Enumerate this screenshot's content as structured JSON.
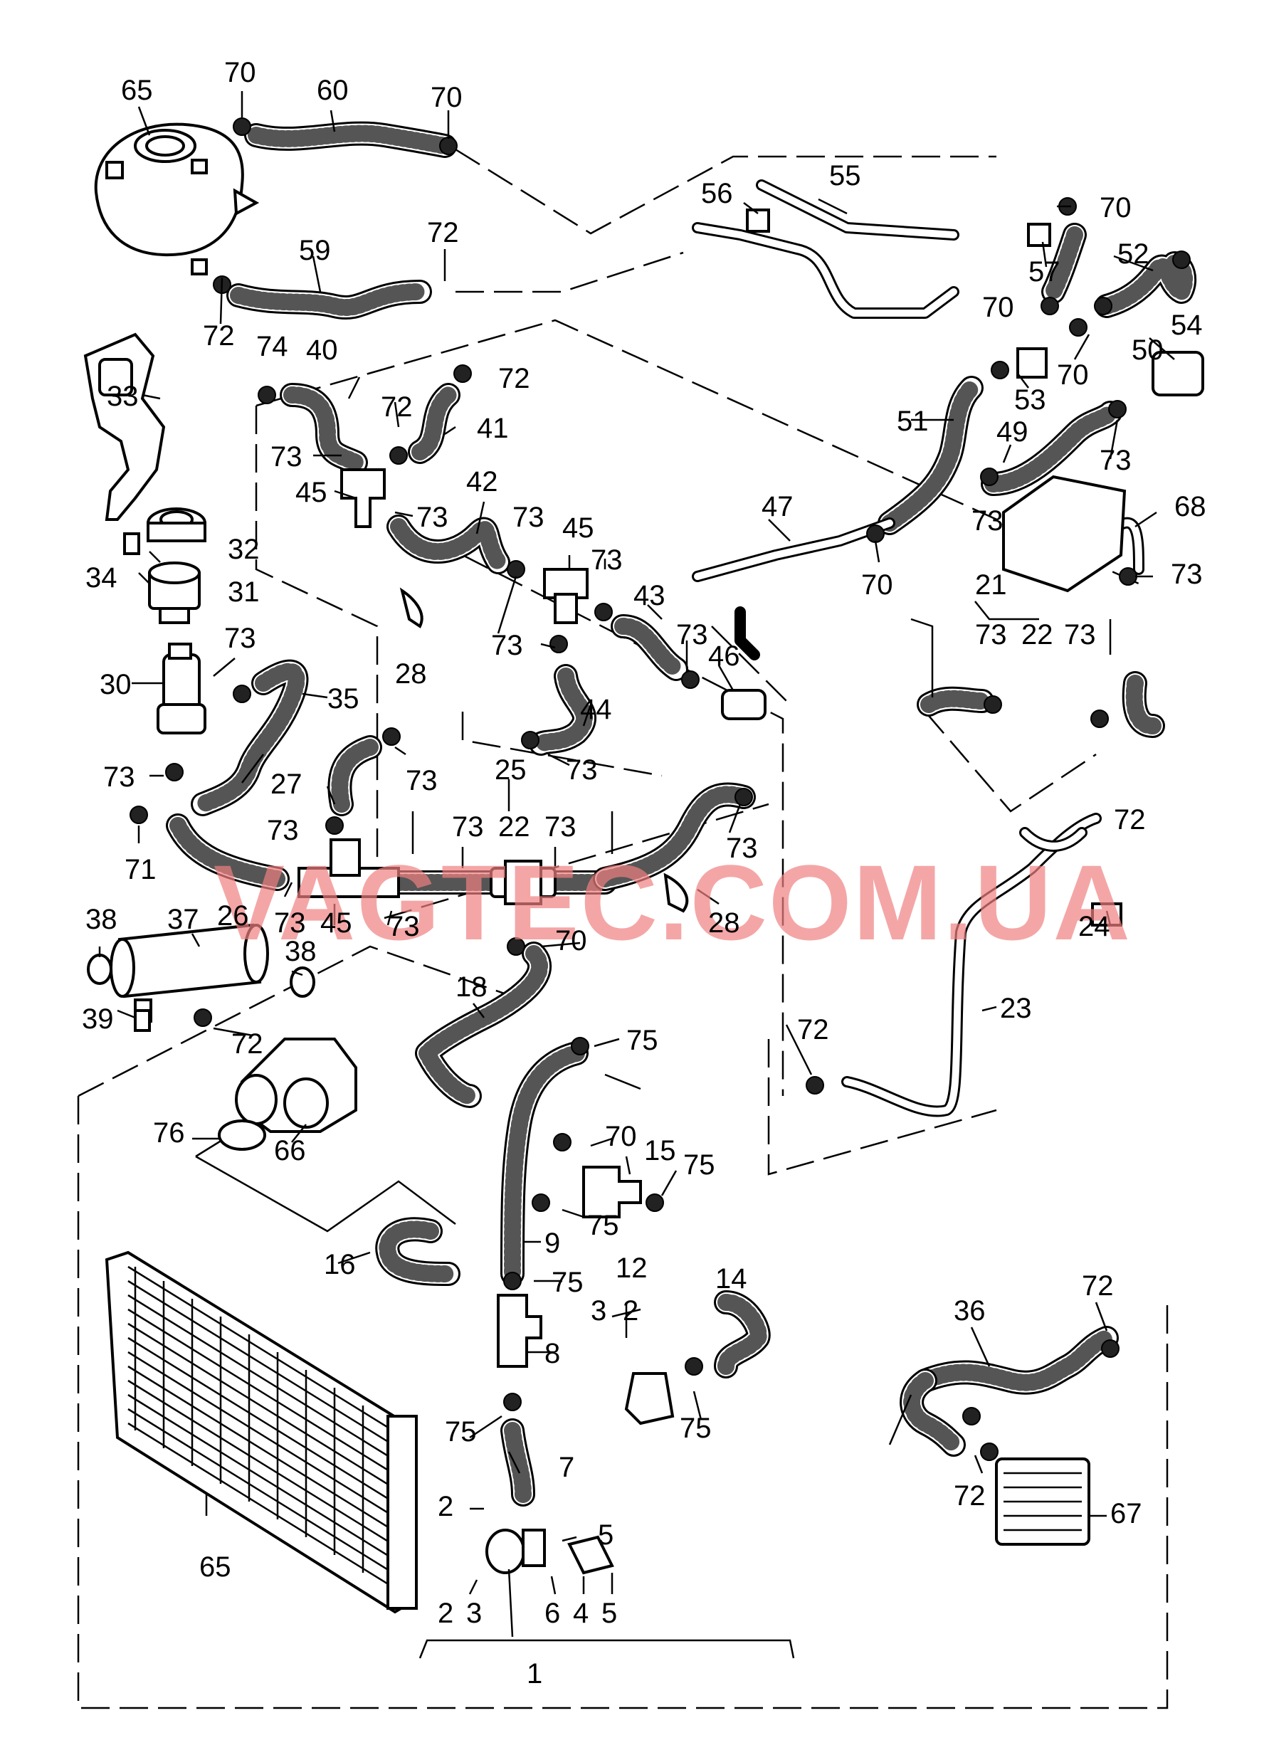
{
  "watermark": "VAGTEC.COM.UA",
  "part_numbers": {
    "n1": "1",
    "n2": "2",
    "n3": "3",
    "n4": "4",
    "n5": "5",
    "n6": "6",
    "n7": "7",
    "n8": "8",
    "n9": "9",
    "n12": "12",
    "n14": "14",
    "n15": "15",
    "n16": "16",
    "n18": "18",
    "n21": "21",
    "n22": "22",
    "n23": "23",
    "n24": "24",
    "n25": "25",
    "n26": "26",
    "n27": "27",
    "n28": "28",
    "n30": "30",
    "n31": "31",
    "n32": "32",
    "n33": "33",
    "n34": "34",
    "n35": "35",
    "n36": "36",
    "n37": "37",
    "n38": "38",
    "n39": "39",
    "n40": "40",
    "n41": "41",
    "n42": "42",
    "n43": "43",
    "n44": "44",
    "n45": "45",
    "n46": "46",
    "n47": "47",
    "n49": "49",
    "n50": "50",
    "n51": "51",
    "n52": "52",
    "n53": "53",
    "n54": "54",
    "n55": "55",
    "n56": "56",
    "n57": "57",
    "n59": "59",
    "n60": "60",
    "n65": "65",
    "n66": "66",
    "n67": "67",
    "n68": "68",
    "n70": "70",
    "n71": "71",
    "n72": "72",
    "n73": "73",
    "n74": "74",
    "n75": "75",
    "n76": "76"
  }
}
